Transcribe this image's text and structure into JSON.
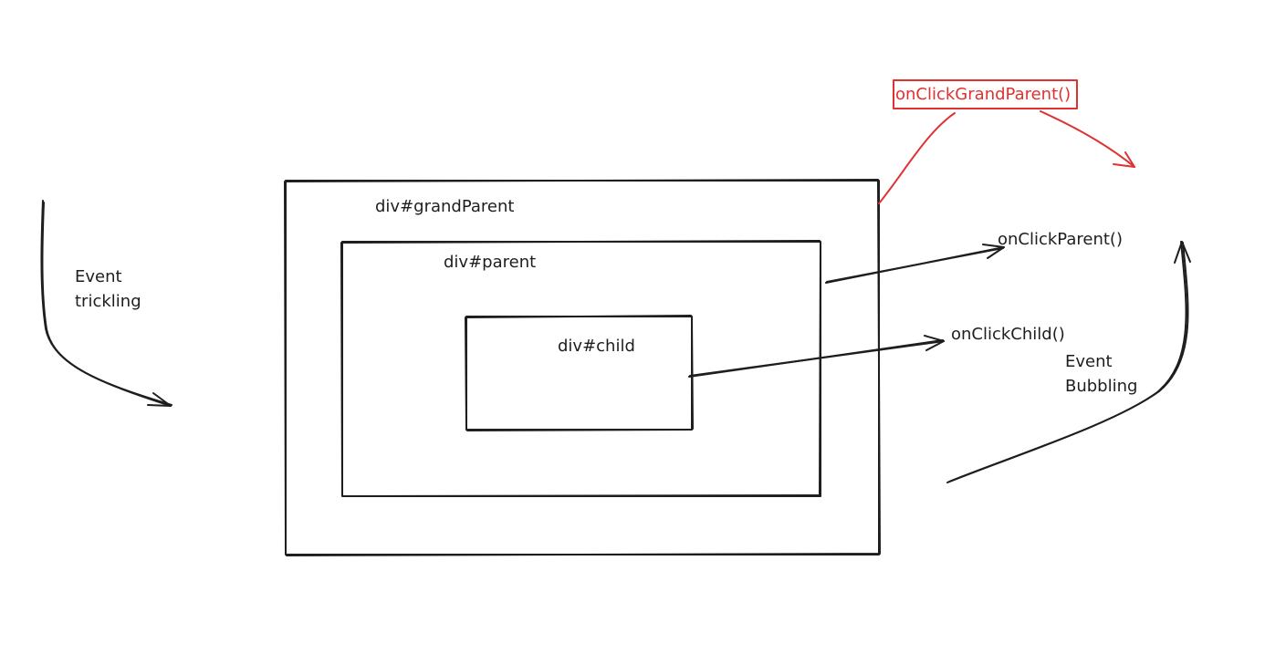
{
  "diagram": {
    "colors": {
      "ink": "#1e1e1e",
      "accent": "#e03131",
      "background": "#ffffff"
    },
    "boxes": {
      "grandparent": "div#grandParent",
      "parent": "div#parent",
      "child": "div#child"
    },
    "handlers": {
      "grandparent": "onClickGrandParent()",
      "parent": "onClickParent()",
      "child": "onClickChild()"
    },
    "phases": {
      "trickling_line1": "Event",
      "trickling_line2": "trickling",
      "bubbling_line1": "Event",
      "bubbling_line2": "Bubbling"
    }
  }
}
